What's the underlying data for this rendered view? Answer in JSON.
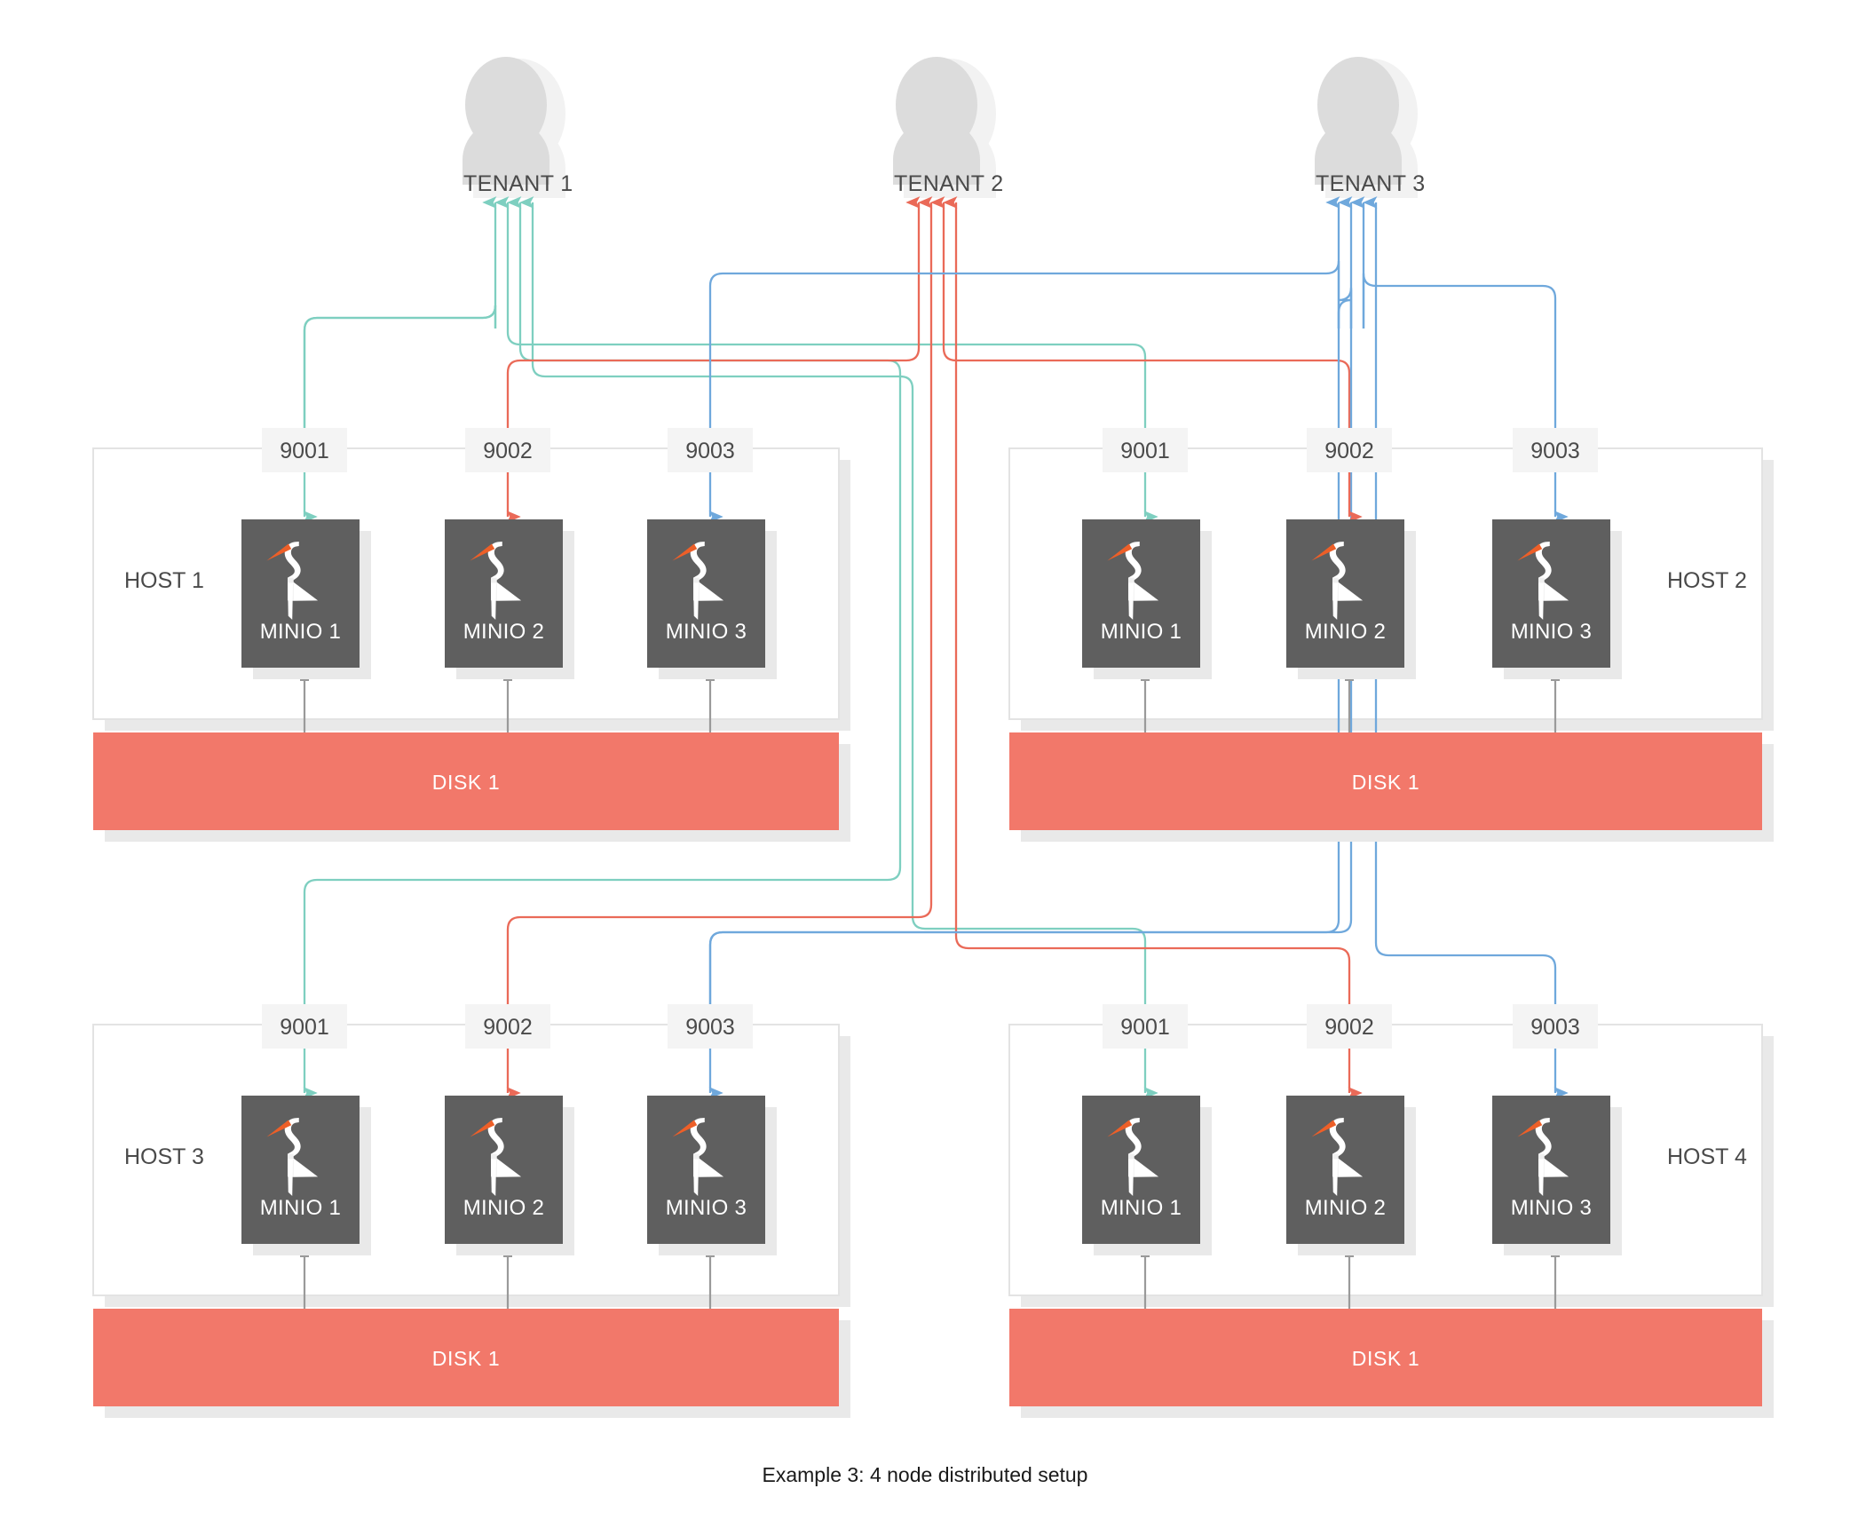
{
  "diagram": {
    "caption": "Example 3: 4 node distributed setup",
    "colors": {
      "tenant1": "#7ecfc0",
      "tenant2": "#ea6a58",
      "tenant3": "#6fa8dc",
      "minio_box": "#5f5f5f",
      "disk": "#f2786a",
      "avatar": "#dcdcdc",
      "avatar_shadow": "#f2f2f2",
      "host_border": "#e3e3e3",
      "shadow": "#e9e9e9",
      "port_chip": "#f4f4f4",
      "logo_beak": "#ed5f28",
      "logo_body": "#ffffff",
      "connector": "#9a9a9a",
      "text": "#4a4a4a"
    },
    "tenants": [
      {
        "name": "TENANT 1",
        "icon": "user-avatar-icon",
        "color_key": "tenant1",
        "port": "9001"
      },
      {
        "name": "TENANT 2",
        "icon": "user-avatar-icon",
        "color_key": "tenant2",
        "port": "9002"
      },
      {
        "name": "TENANT 3",
        "icon": "user-avatar-icon",
        "color_key": "tenant3",
        "port": "9003"
      }
    ],
    "ports": [
      "9001",
      "9002",
      "9003"
    ],
    "hosts": [
      {
        "name": "HOST 1",
        "label_side": "left",
        "disk": "DISK 1",
        "nodes": [
          {
            "name": "MINIO 1",
            "port": "9001",
            "icon": "minio-stork-icon"
          },
          {
            "name": "MINIO 2",
            "port": "9002",
            "icon": "minio-stork-icon"
          },
          {
            "name": "MINIO 3",
            "port": "9003",
            "icon": "minio-stork-icon"
          }
        ]
      },
      {
        "name": "HOST 2",
        "label_side": "right",
        "disk": "DISK 1",
        "nodes": [
          {
            "name": "MINIO 1",
            "port": "9001",
            "icon": "minio-stork-icon"
          },
          {
            "name": "MINIO 2",
            "port": "9002",
            "icon": "minio-stork-icon"
          },
          {
            "name": "MINIO 3",
            "port": "9003",
            "icon": "minio-stork-icon"
          }
        ]
      },
      {
        "name": "HOST 3",
        "label_side": "left",
        "disk": "DISK 1",
        "nodes": [
          {
            "name": "MINIO 1",
            "port": "9001",
            "icon": "minio-stork-icon"
          },
          {
            "name": "MINIO 2",
            "port": "9002",
            "icon": "minio-stork-icon"
          },
          {
            "name": "MINIO 3",
            "port": "9003",
            "icon": "minio-stork-icon"
          }
        ]
      },
      {
        "name": "HOST 4",
        "label_side": "right",
        "disk": "DISK 1",
        "nodes": [
          {
            "name": "MINIO 1",
            "port": "9001",
            "icon": "minio-stork-icon"
          },
          {
            "name": "MINIO 2",
            "port": "9002",
            "icon": "minio-stork-icon"
          },
          {
            "name": "MINIO 3",
            "port": "9003",
            "icon": "minio-stork-icon"
          }
        ]
      }
    ]
  }
}
